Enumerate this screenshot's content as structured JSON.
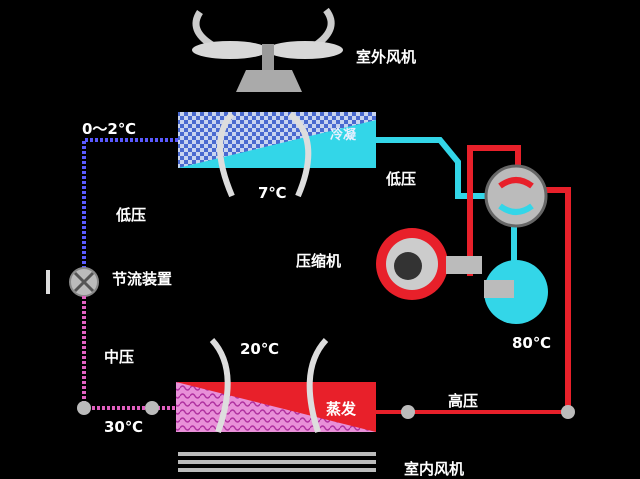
{
  "labels": {
    "outdoor_fan": "室外风机",
    "temp_low_in": "0～2℃",
    "cooling": "冷凝",
    "temp_7": "7℃",
    "low_pressure_right": "低压",
    "low_pressure_left": "低压",
    "compressor": "压缩机",
    "throttle": "节流装置",
    "temp_80": "80℃",
    "mid_pressure": "中压",
    "temp_20": "20℃",
    "evaporate": "蒸发",
    "high_pressure": "高压",
    "temp_30": "30℃",
    "indoor_fan": "室内风机"
  },
  "colors": {
    "cyan": "#33d6e8",
    "red": "#e8202a",
    "blue_line": "#5a5aff",
    "pink_line": "#e060c0",
    "magenta": "#d63ab0"
  }
}
